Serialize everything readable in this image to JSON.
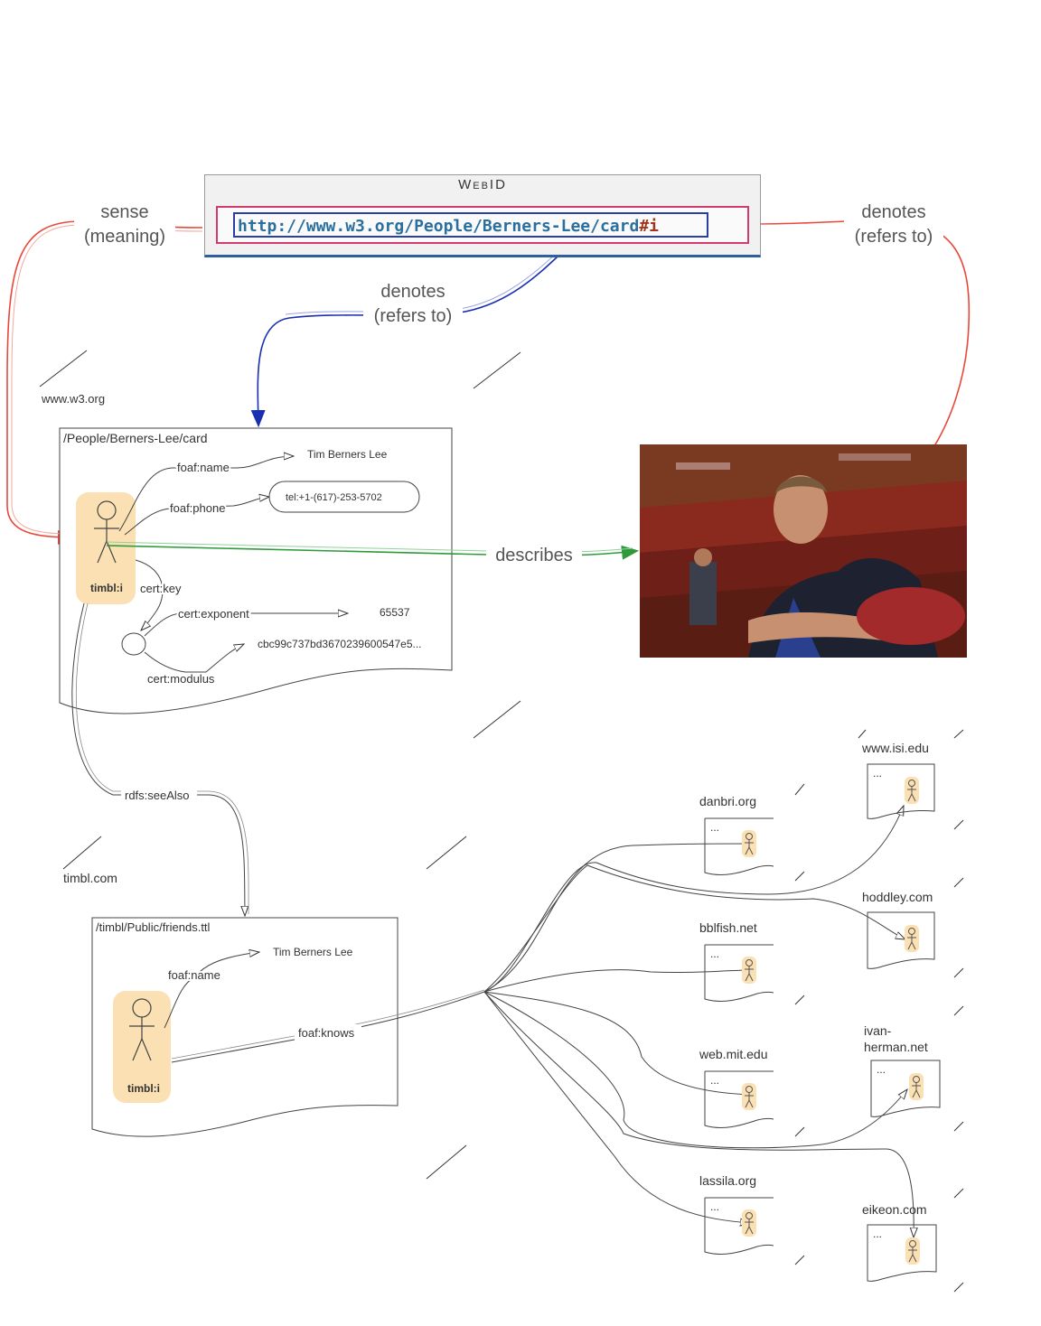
{
  "webid": {
    "title": "WebID",
    "uri_base": "http://www.w3.org/People/Berners-Lee/card",
    "uri_fragment": "#i"
  },
  "labels": {
    "sense": "sense\n(meaning)",
    "denotes_right": "denotes\n(refers to)",
    "denotes_center": "denotes\n(refers to)",
    "describes": "describes",
    "see_also": "rdfs:seeAlso"
  },
  "card_doc": {
    "domain": "www.w3.org",
    "path": "/People/Berners-Lee/card",
    "agent_label": "timbl:i",
    "name_prop": "foaf:name",
    "name_value": "Tim Berners Lee",
    "phone_prop": "foaf:phone",
    "phone_value": "tel:+1-(617)-253-5702",
    "key_prop": "cert:key",
    "exponent_prop": "cert:exponent",
    "exponent_value": "65537",
    "modulus_prop": "cert:modulus",
    "modulus_value": "cbc99c737bd3670239600547e5..."
  },
  "friends_doc": {
    "domain": "timbl.com",
    "path": "/timbl/Public/friends.ttl",
    "agent_label": "timbl:i",
    "name_prop": "foaf:name",
    "name_value": "Tim Berners Lee",
    "knows_prop": "foaf:knows"
  },
  "friend_sites": [
    {
      "domain": "danbri.org",
      "content": "..."
    },
    {
      "domain": "bblfish.net",
      "content": "..."
    },
    {
      "domain": "web.mit.edu",
      "content": "..."
    },
    {
      "domain": "lassila.org",
      "content": "..."
    },
    {
      "domain": "www.isi.edu",
      "content": "..."
    },
    {
      "domain": "hoddley.com",
      "content": ""
    },
    {
      "domain": "ivan-\nherman.net",
      "content": "..."
    },
    {
      "domain": "eikeon.com",
      "content": "..."
    }
  ],
  "colors": {
    "sense_arrow": "#e8483a",
    "denotes_arrow": "#1a2fb0",
    "describes_arrow": "#2f9a3a",
    "agent_fill": "#fbe0b3",
    "uri_base": "#2a6f9e",
    "uri_fragment": "#a1361b"
  }
}
